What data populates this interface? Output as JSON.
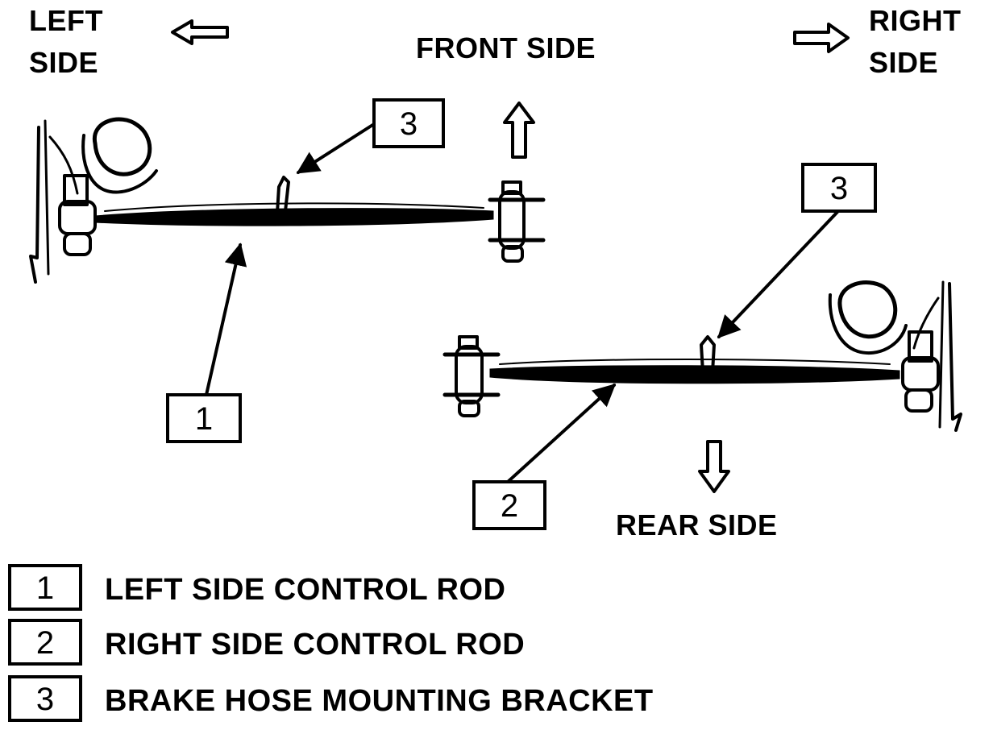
{
  "directions": {
    "left": [
      "LEFT",
      "SIDE"
    ],
    "right": [
      "RIGHT",
      "SIDE"
    ],
    "front": "FRONT SIDE",
    "rear": "REAR SIDE"
  },
  "callouts": {
    "c1": "1",
    "c2": "2",
    "c3a": "3",
    "c3b": "3"
  },
  "legend": [
    {
      "num": "1",
      "text": "LEFT SIDE CONTROL ROD"
    },
    {
      "num": "2",
      "text": "RIGHT SIDE CONTROL ROD"
    },
    {
      "num": "3",
      "text": "BRAKE HOSE MOUNTING BRACKET"
    }
  ]
}
